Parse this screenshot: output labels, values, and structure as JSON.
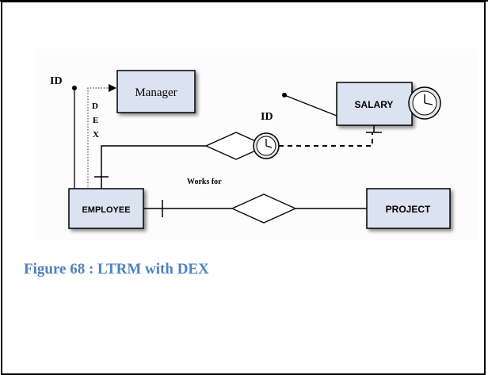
{
  "diagram": {
    "manager": "Manager",
    "salary": "SALARY",
    "employee": "EMPLOYEE",
    "project": "PROJECT",
    "id_left": "ID",
    "id_right": "ID",
    "dex": [
      "D",
      "E",
      "X"
    ],
    "works_for": "Works for"
  },
  "caption": "Figure 68 : LTRM with DEX",
  "colors": {
    "entity_fill": "#dbe3f0",
    "caption": "#4f81bd"
  }
}
